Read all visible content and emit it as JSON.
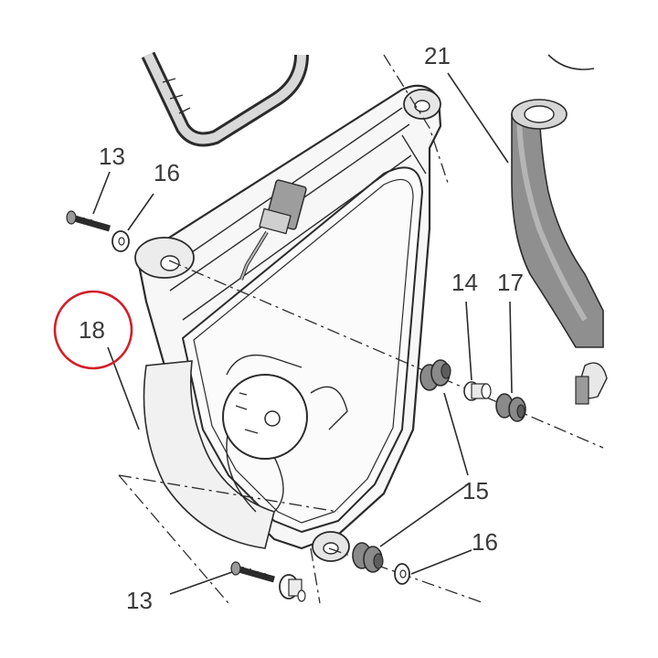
{
  "diagram": {
    "callouts": [
      {
        "id": "c21",
        "label": "21"
      },
      {
        "id": "c13a",
        "label": "13"
      },
      {
        "id": "c16a",
        "label": "16"
      },
      {
        "id": "c18",
        "label": "18"
      },
      {
        "id": "c14",
        "label": "14"
      },
      {
        "id": "c17",
        "label": "17"
      },
      {
        "id": "c15",
        "label": "15"
      },
      {
        "id": "c16b",
        "label": "16"
      },
      {
        "id": "c13b",
        "label": "13"
      }
    ],
    "highlight_color": "#d0202a",
    "part_fill_dark": "#8a8a8a",
    "part_fill_light": "#f4f4f4"
  }
}
